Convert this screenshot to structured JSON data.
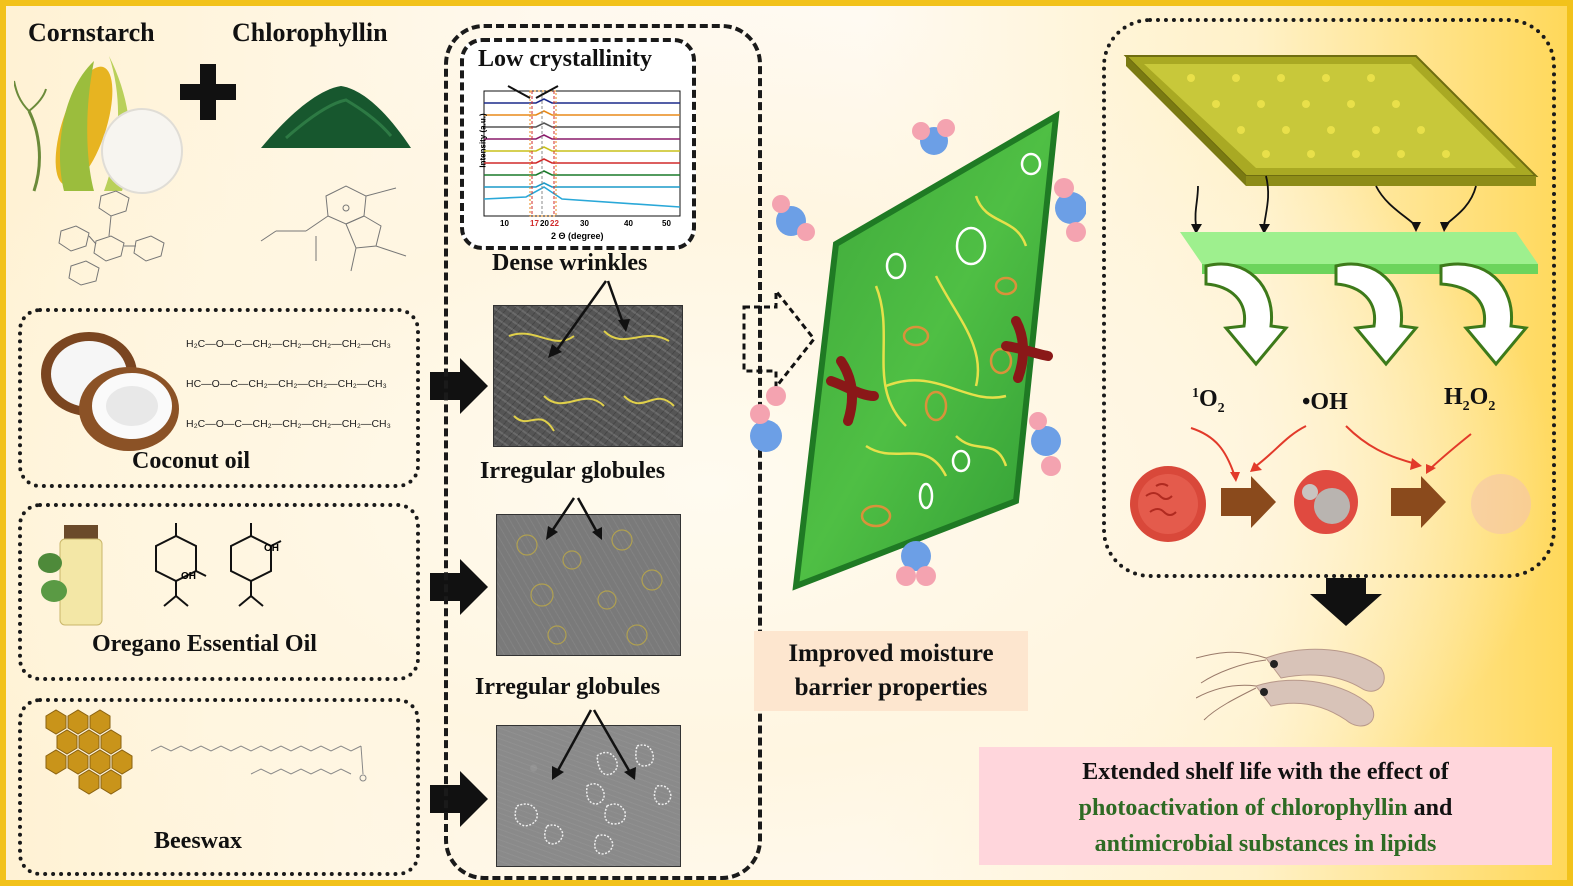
{
  "ingredients": {
    "cornstarch": "Cornstarch",
    "chlorophyllin": "Chlorophyllin",
    "coconut_oil": "Coconut oil",
    "oregano": "Oregano Essential Oil",
    "beeswax": "Beeswax"
  },
  "chem": {
    "h2c_top": "H₂C—O—C—CH₂—CH₂—CH₂—CH₂—CH₃",
    "hc_mid": "HC—O—C—CH₂—CH₂—CH₂—CH₂—CH₃",
    "h2c_bot": "H₂C—O—C—CH₂—CH₂—CH₂—CH₂—CH₃",
    "oh": "OH"
  },
  "characterization": {
    "low_crystallinity": "Low crystallinity",
    "dense_wrinkles": "Dense wrinkles",
    "irregular_globules_1": "Irregular globules",
    "irregular_globules_2": "Irregular globules"
  },
  "xrd": {
    "xlabel": "2 Θ (degree)",
    "ylabel": "Intensity (a.u.)",
    "ticks": [
      "10",
      "17",
      "20",
      "22",
      "30",
      "40",
      "50"
    ]
  },
  "moisture": "Improved moisture barrier properties",
  "moisture_l1": "Improved moisture",
  "moisture_l2": "barrier properties",
  "ros": {
    "singlet_sup": "1",
    "singlet": "O",
    "singlet_sub": "2",
    "oh": "•OH",
    "h2o2_h": "H",
    "h2o2_sub1": "2",
    "h2o2_o": "O",
    "h2o2_sub2": "2"
  },
  "conclusion": {
    "l1": "Extended shelf life with the effect of",
    "l2a": "photoactivation of chlorophyllin",
    "l2b": " and",
    "l3": "antimicrobial substances in lipids"
  },
  "colors": {
    "border": "#f2c21b",
    "film": "#3fae3a",
    "green_text": "#2e6b24",
    "arrow_brown": "#8a4a1c"
  }
}
